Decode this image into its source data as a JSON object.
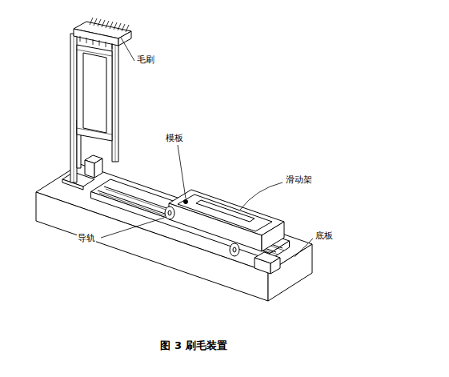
{
  "diagram": {
    "caption": "图 3 刷毛装置",
    "labels": [
      "毛刷",
      "模板",
      "滑动架",
      "导轨",
      "底板"
    ]
  }
}
